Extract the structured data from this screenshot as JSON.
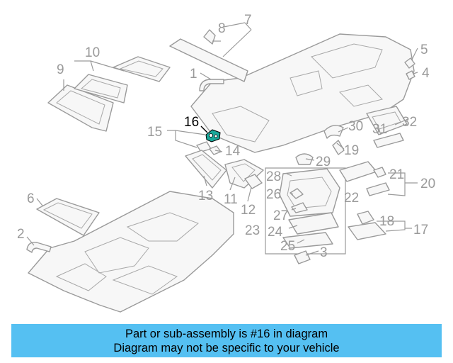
{
  "colors": {
    "banner_bg": "#55c0f2",
    "line_art": "#9a9a9a",
    "highlight_part": "#1aa89a",
    "highlight_label": "#000000"
  },
  "callouts": {
    "c1": "1",
    "c2": "2",
    "c3": "3",
    "c4": "4",
    "c5": "5",
    "c6": "6",
    "c7": "7",
    "c8": "8",
    "c9": "9",
    "c10": "10",
    "c11": "11",
    "c12": "12",
    "c13": "13",
    "c14": "14",
    "c15": "15",
    "c16": "16",
    "c17": "17",
    "c18": "18",
    "c19": "19",
    "c20": "20",
    "c21": "21",
    "c22": "22",
    "c23": "23",
    "c24": "24",
    "c25": "25",
    "c26": "26",
    "c27": "27",
    "c28": "28",
    "c29": "29",
    "c30": "30",
    "c31": "31",
    "c32": "32"
  },
  "highlighted_part": "16",
  "banner": {
    "line1": "Part or sub-assembly is #16 in diagram",
    "line2": "Diagram may not be specific to your vehicle"
  }
}
